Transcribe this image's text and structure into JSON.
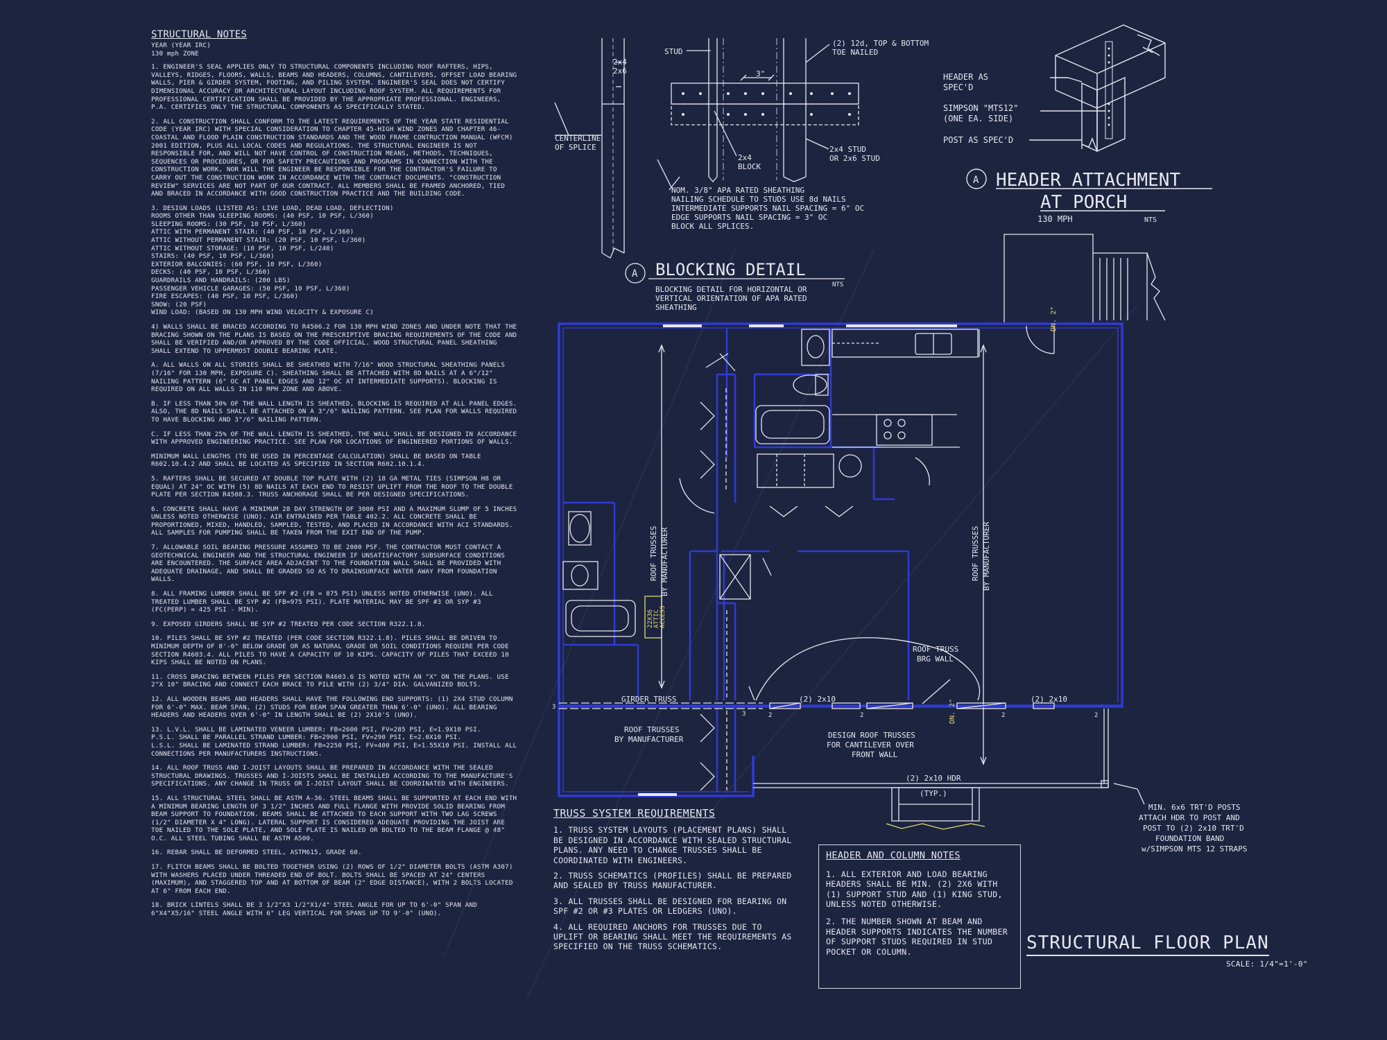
{
  "colors": {
    "background": "#1d2440",
    "wall_blue": "#2f3bd4",
    "linework": "#e6e8f0",
    "access_yellow": "#e3d96b",
    "watermark": "#3a4262"
  },
  "notes": {
    "title": "STRUCTURAL NOTES",
    "year": "YEAR (YEAR IRC)",
    "wind": "130 mph ZONE",
    "n1": "1. ENGINEER'S SEAL APPLIES ONLY TO STRUCTURAL COMPONENTS INCLUDING ROOF RAFTERS, HIPS, VALLEYS, RIDGES, FLOORS, WALLS, BEAMS AND HEADERS, COLUMNS, CANTILEVERS, OFFSET LOAD BEARING WALLS, PIER & GIRDER SYSTEM, FOOTING, AND PILING SYSTEM.  ENGINEER'S SEAL DOES NOT CERTIFY DIMENSIONAL ACCURACY OR ARCHITECTURAL LAYOUT INCLUDING ROOF SYSTEM. ALL REQUIREMENTS FOR PROFESSIONAL CERTIFICATION SHALL BE PROVIDED BY THE APPROPRIATE PROFESSIONAL.  ENGINEERS, P.A. CERTIFIES ONLY THE STRUCTURAL COMPONENTS AS SPECIFICALLY STATED.",
    "n2": "2. ALL CONSTRUCTION SHALL CONFORM TO THE LATEST REQUIREMENTS OF THE YEAR STATE RESIDENTIAL CODE (YEAR IRC) WITH SPECIAL CONSIDERATION TO CHAPTER 45-HIGH WIND ZONES AND CHAPTER 46-COASTAL AND FLOOD PLAIN CONSTRUCTION STANDARDS AND THE WOOD FRAME CONTRUCTION MANUAL (WFCM) 2001 EDITION, PLUS ALL LOCAL CODES AND REGULATIONS. THE STRUCTURAL ENGINEER IS NOT RESPONSIBLE FOR, AND WILL NOT HAVE CONTROL OF CONSTRUCTION MEANS, METHODS, TECHNIQUES, SEQUENCES OR PROCEDURES, OR FOR SAFETY PRECAUTIONS AND PROGRAMS IN CONNECTION WITH THE CONSTRUCTION WORK, NOR WILL THE ENGINEER BE RESPONSIBLE FOR THE CONTRACTOR'S FAILURE TO CARRY OUT THE CONSTRUCTION WORK IN ACCORDANCE WITH THE CONTRACT DOCUMENTS. \"CONSTRUCTION REVIEW\" SERVICES ARE NOT PART OF OUR CONTRACT. ALL MEMBERS SHALL BE FRAMED ANCHORED, TIED AND BRACED IN ACCORDANCE WITH GOOD CONSTRUCTION PRACTICE AND THE BUILDING CODE.",
    "loads": [
      "3. DESIGN LOADS (LISTED AS: LIVE LOAD, DEAD LOAD, DEFLECTION)",
      "ROOMS OTHER THAN SLEEPING ROOMS: (40 PSF, 10 PSF, L/360)",
      "SLEEPING ROOMS: (30 PSF, 10 PSF, L/360)",
      "ATTIC WITH PERMANENT STAIR: (40 PSF, 10 PSF, L/360)",
      "ATTIC WITHOUT PERMANENT STAIR: (20 PSF, 10 PSF, L/360)",
      "ATTIC WITHOUT STORAGE: (10 PSF, 10 PSF, L/240)",
      "STAIRS: (40 PSF, 10 PSF, L/360)",
      "EXTERIOR BALCONIES: (60 PSF, 10 PSF, L/360)",
      "DECKS: (40 PSF, 10 PSF, L/360)",
      "GUARDRAILS AND HANDRAILS: (200 LBS)",
      "PASSENGER VEHICLE GARAGES: (50 PSF, 10 PSF, L/360)",
      "FIRE ESCAPES: (40 PSF, 10 PSF, L/360)",
      "SNOW: (20 PSF)",
      "WIND LOAD: (BASED ON 130 MPH WIND VELOCITY & EXPOSURE C)"
    ],
    "n4": "4) WALLS SHALL BE BRACED ACCORDING TO R4506.2 FOR 130 MPH WIND ZONES AND UNDER NOTE THAT THE BRACING SHOWN ON THE PLANS IS BASED ON THE PRESCRIPTIVE BRACING REQUIREMENTS OF THE CODE AND SHALL BE VERIFIED AND/OR APPROVED BY THE CODE OFFICIAL. WOOD STRUCTURAL PANEL SHEATHING SHALL EXTEND TO UPPERMOST DOUBLE BEARING PLATE.",
    "n4a": "a. ALL WALLS ON ALL STORIES SHALL BE SHEATHED WITH 7/16\" WOOD STRUCTURAL SHEATHING PANELS (7/16\" FOR 130 MPH, EXPOSURE C). SHEATHING SHALL BE ATTACHED WITH 8d NAILS AT A 6\"/12\" NAILING PATTERN (6\" OC AT PANEL EDGES AND 12\" OC AT INTERMEDIATE SUPPORTS). BLOCKING IS REQUIRED ON ALL WALLS IN 110 MPH ZONE AND ABOVE.",
    "n4b": "b. IF LESS THAN 50% OF THE WALL LENGTH IS SHEATHED, BLOCKING IS REQUIRED AT ALL PANEL EDGES. ALSO, THE 8d NAILS SHALL BE ATTACHED ON A 3\"/6\" NAILING PATTERN. SEE PLAN FOR WALLS REQUIRED TO HAVE BLOCKING AND 3\"/6\" NAILING PATTERN.",
    "n4c": "c. IF LESS THAN 25% OF THE WALL LENGTH IS SHEATHED, THE WALL SHALL BE DESIGNED IN ACCORDANCE WITH APPROVED ENGINEERING PRACTICE. SEE PLAN FOR LOCATIONS OF ENGINEERED PORTIONS OF WALLS.",
    "n4d": "MINIMUM WALL LENGTHS (TO BE USED IN PERCENTAGE CALCULATION) SHALL BE BASED ON TABLE R602.10.4.2 AND SHALL BE LOCATED AS SPECIFIED IN SECTION R602.10.1.4.",
    "n5": "5. RAFTERS SHALL BE SECURED AT DOUBLE TOP PLATE WITH (2) 18 GA METAL TIES (SIMPSON H8 OR EQUAL) AT 24\" OC WITH (5) 8d NAILS AT EACH END TO RESIST UPLIFT FROM THE ROOF TO THE DOUBLE PLATE PER SECTION R4508.3. TRUSS ANCHORAGE SHALL BE PER DESIGNED SPECIFICATIONS.",
    "n6": "6. CONCRETE SHALL HAVE A MINIMUM 28 DAY STRENGTH OF 3000 PSI AND A MAXIMUM SLUMP OF 5 INCHES UNLESS NOTED OTHERWISE (UNO). AIR ENTRAINED PER TABLE 402.2. ALL CONCRETE SHALL BE PROPORTIONED, MIXED, HANDLED, SAMPLED, TESTED, AND PLACED IN ACCORDANCE WITH ACI STANDARDS. ALL SAMPLES FOR PUMPING SHALL BE TAKEN FROM THE EXIT END OF THE PUMP.",
    "n7": "7. ALLOWABLE SOIL BEARING PRESSURE ASSUMED TO BE 2000 PSF. THE CONTRACTOR MUST CONTACT A GEOTECHNICAL ENGINEER AND THE STRUCTURAL ENGINEER IF UNSATISFACTORY SUBSURFACE CONDITIONS ARE ENCOUNTERED. THE SURFACE AREA ADJACENT TO THE FOUNDATION WALL SHALL BE PROVIDED WITH ADEQUATE DRAINAGE, AND SHALL BE GRADED SO AS TO DRAINSURFACE WATER AWAY FROM FOUNDATION WALLS.",
    "n8": "8. ALL FRAMING LUMBER SHALL BE SPF #2 (Fb = 875 PSI) UNLESS NOTED OTHERWISE (UNO). ALL TREATED LUMBER SHALL BE SYP #2 (Fb=975 PSI). PLATE MATERIAL MAY BE SPF #3 OR SYP #3 (Fc(perp) = 425 PSI - MIN).",
    "n9": "9. EXPOSED GIRDERS SHALL BE SYP #2 TREATED PER CODE SECTION R322.1.8.",
    "n10": "10. PILES SHALL BE SYP #2 TREATED (PER CODE SECTION R322.1.8). PILES SHALL BE DRIVEN TO MINIMUM DEPTH OF 8'-0\" BELOW GRADE OR AS NATURAL GRADE OR SOIL CONDITIONS REQUIRE PER CODE SECTION R4603.4. ALL PILES TO HAVE A CAPACITY OF 10 KIPS. CAPACITY OF PILES THAT EXCEED 10 KIPS SHALL BE NOTED ON PLANS.",
    "n11": "11. CROSS BRACING BETWEEN PILES PER SECTION R4603.6 IS NOTED WITH AN \"X\" ON THE PLANS.  USE 2\"x 10\" BRACING AND CONNECT EACH BRACE TO PILE WITH (2) 3/4\" DIA. GALVANIZED BOLTS.",
    "n12": "12. ALL WOODEN BEAMS AND HEADERS SHALL HAVE THE FOLLOWING END SUPPORTS: (1) 2x4 STUD COLUMN FOR 6'-0\" MAX. BEAM SPAN, (2) STUDS FOR BEAM SPAN GREATER THAN 6'-0\" (UNO).  ALL BEARING HEADERS AND HEADERS OVER 6'-0\" IN LENGTH SHALL BE (2) 2x10's (UNO).",
    "n13": "13. L.V.L.  SHALL BE LAMINATED VENEER LUMBER: Fb=2600 PSI, Fv=285 PSI, E=1.9x10  PSI.\nP.S.L.  SHALL BE PARALLEL STRAND LUMBER: Fb=2900 PSI, Fv=290 PSI, E=2.0x10  PSI.\nL.S.L.  SHALL BE LAMINATED STRAND LUMBER: Fb=2250 PSI, Fv=400 PSI, E=1.55x10  PSI. INSTALL ALL CONNECTIONS PER MANUFACTURERS INSTRUCTIONS.",
    "n14": "14. ALL ROOF TRUSS AND I-JOIST LAYOUTS SHALL BE PREPARED IN ACCORDANCE WITH THE SEALED STRUCTURAL DRAWINGS. TRUSSES AND I-JOISTS SHALL BE INSTALLED ACCORDING TO THE MANUFACTURE'S SPECIFICATIONS. ANY CHANGE IN TRUSS OR I-JOIST LAYOUT SHALL BE COORDINATED WITH  ENGINEERS.",
    "n15": "15. ALL STRUCTURAL STEEL SHALL BE ASTM A-36. STEEL BEAMS SHALL BE SUPPORTED AT EACH END WITH A MINIMUM BEARING LENGTH OF 3 1/2\" INCHES AND FULL FLANGE WITH PROVIDE SOLID BEARING FROM BEAM SUPPORT TO FOUNDATION.  BEAMS SHALL BE ATTACHED TO EACH SUPPORT WITH TWO LAG SCREWS (1/2\" DIAMETER x 4\" LONG). LATERAL SUPPORT IS CONSIDERED ADEQUATE PROVIDING THE JOIST ARE TOE NAILED TO THE SOLE PLATE, AND SOLE PLATE IS NAILED OR BOLTED TO THE BEAM FLANGE @ 48\" O.C. ALL STEEL TUBING SHALL BE ASTM A500.",
    "n16": "16. REBAR SHALL BE DEFORMED STEEL, ASTM615, GRADE 60.",
    "n17": "17. FLITCH BEAMS SHALL BE BOLTED TOGETHER USING (2) ROWS OF 1/2\" DIAMETER BOLTS (ASTM A307) WITH WASHERS PLACED UNDER THREADED END OF BOLT.  BOLTS SHALL BE SPACED AT 24\" CENTERS (MAXIMUM), AND STAGGERED TOP AND AT BOTTOM OF BEAM (2\" EDGE DISTANCE), WITH 2 BOLTS LOCATED AT 6\" FROM EACH END.",
    "n18": "18. BRICK LINTELS SHALL BE 3 1/2\"x3 1/2\"x1/4\" STEEL ANGLE FOR UP TO 6'-0\" SPAN AND 6\"x4\"x5/16\" STEEL ANGLE WITH 6\" LEG VERTICAL FOR SPANS UP TO 9'-0\" (UNO)."
  },
  "blocking_detail": {
    "label_2x4": "2x4",
    "label_2x6": "2x6",
    "stud": "STUD",
    "dim_3": "3\"",
    "toe_nail_1": "(2) 12d, TOP & BOTTOM",
    "toe_nail_2": "TOE NAILED",
    "centerline_1": "CENTERLINE",
    "centerline_2": "OF SPLICE",
    "block_1": "2x4",
    "block_2": "BLOCK",
    "stud_r1": "2x4 STUD",
    "stud_r2": "OR 2x6 STUD",
    "sheath_1": "NOM. 3/8\" APA RATED SHEATHING",
    "sheath_2": "NAILING SCHEDULE TO STUDS USE 8d NAILS",
    "sheath_3": "INTERMEDIATE SUPPORTS NAIL SPACING = 6\" OC",
    "sheath_4": "EDGE SUPPORTS NAIL SPACING = 3\" OC",
    "sheath_5": "BLOCK ALL SPLICES.",
    "tag": "A",
    "title": "BLOCKING DETAIL",
    "nts": "NTS",
    "desc_1": "BLOCKING DETAIL FOR HORIZONTAL OR",
    "desc_2": "VERTICAL ORIENTATION OF APA RATED",
    "desc_3": "SHEATHING"
  },
  "header_detail": {
    "header_1": "HEADER AS",
    "header_2": "SPEC'D",
    "simpson_1": "SIMPSON \"MTS12\"",
    "simpson_2": "(ONE EA. SIDE)",
    "post": "POST AS SPEC'D",
    "tag": "A",
    "title_1": "HEADER ATTACHMENT",
    "title_2": "AT PORCH",
    "mph": "130 MPH",
    "nts": "NTS"
  },
  "plan": {
    "dn_top": "DN. 2\"",
    "dn_bottom": "DN. 2\"",
    "roof_trusses_left_1": "ROOF TRUSSES",
    "roof_trusses_left_2": "BY MANUFACTURER",
    "roof_trusses_right_1": "ROOF TRUSSES",
    "roof_trusses_right_2": "BY MANUFACTURER",
    "attic_1": "22X36",
    "attic_2": "ATTIC",
    "attic_3": "ACCESS",
    "brg_wall_1": "ROOF TRUSS",
    "brg_wall_2": "BRG WALL",
    "girder": "GIRDER TRUSS",
    "hdr_2x10_a": "(2) 2x10",
    "hdr_2x10_b": "(2) 2x10",
    "roof_trusses_bottom_1": "ROOF TRUSSES",
    "roof_trusses_bottom_2": "BY MANUFACTURER",
    "cantilever_1": "DESIGN ROOF TRUSSES",
    "cantilever_2": "FOR CANTILEVER OVER",
    "cantilever_3": "FRONT WALL",
    "hdr_front": "(2) 2x10 HDR",
    "typ": "(TYP.)",
    "stud_3_left": "3",
    "stud_3_mid": "3",
    "stud_2_a": "2",
    "stud_2_b": "2",
    "stud_2_c": "2",
    "stud_2_d": "2",
    "posts_1": "MIN. 6x6 TRT'D POSTS",
    "posts_2": "ATTACH HDR TO POST AND",
    "posts_3": "POST TO (2) 2x10 TRT'D",
    "posts_4": "FOUNDATION BAND",
    "posts_5": "w/SIMPSON MTS 12 STRAPS"
  },
  "truss_req": {
    "title": "TRUSS SYSTEM REQUIREMENTS",
    "p1": "1. TRUSS SYSTEM LAYOUTS (PLACEMENT PLANS) SHALL BE DESIGNED IN ACCORDANCE WITH SEALED STRUCTURAL PLANS. ANY NEED TO CHANGE TRUSSES SHALL BE COORDINATED WITH  ENGINEERS.",
    "p2": "2. TRUSS SCHEMATICS (PROFILES) SHALL BE PREPARED AND SEALED BY TRUSS MANUFACTURER.",
    "p3": "3. ALL TRUSSES SHALL BE DESIGNED FOR BEARING ON SPF #2 OR #3 PLATES OR LEDGERS (UNO).",
    "p4": "4. ALL REQUIRED ANCHORS FOR TRUSSES DUE TO UPLIFT OR BEARING SHALL MEET THE REQUIREMENTS AS SPECIFIED ON THE TRUSS SCHEMATICS."
  },
  "header_notes": {
    "title": "HEADER AND COLUMN NOTES",
    "p1": "1. ALL EXTERIOR AND LOAD BEARING HEADERS SHALL BE MIN. (2) 2x6 WITH (1) SUPPORT STUD AND (1) KING STUD, UNLESS NOTED OTHERWISE.",
    "p2": "2. THE NUMBER SHOWN AT BEAM AND HEADER SUPPORTS INDICATES THE NUMBER OF SUPPORT STUDS REQUIRED IN STUD POCKET OR COLUMN."
  },
  "sheet": {
    "title": "STRUCTURAL FLOOR PLAN",
    "scale": "SCALE: 1/4\"=1'-0\""
  }
}
